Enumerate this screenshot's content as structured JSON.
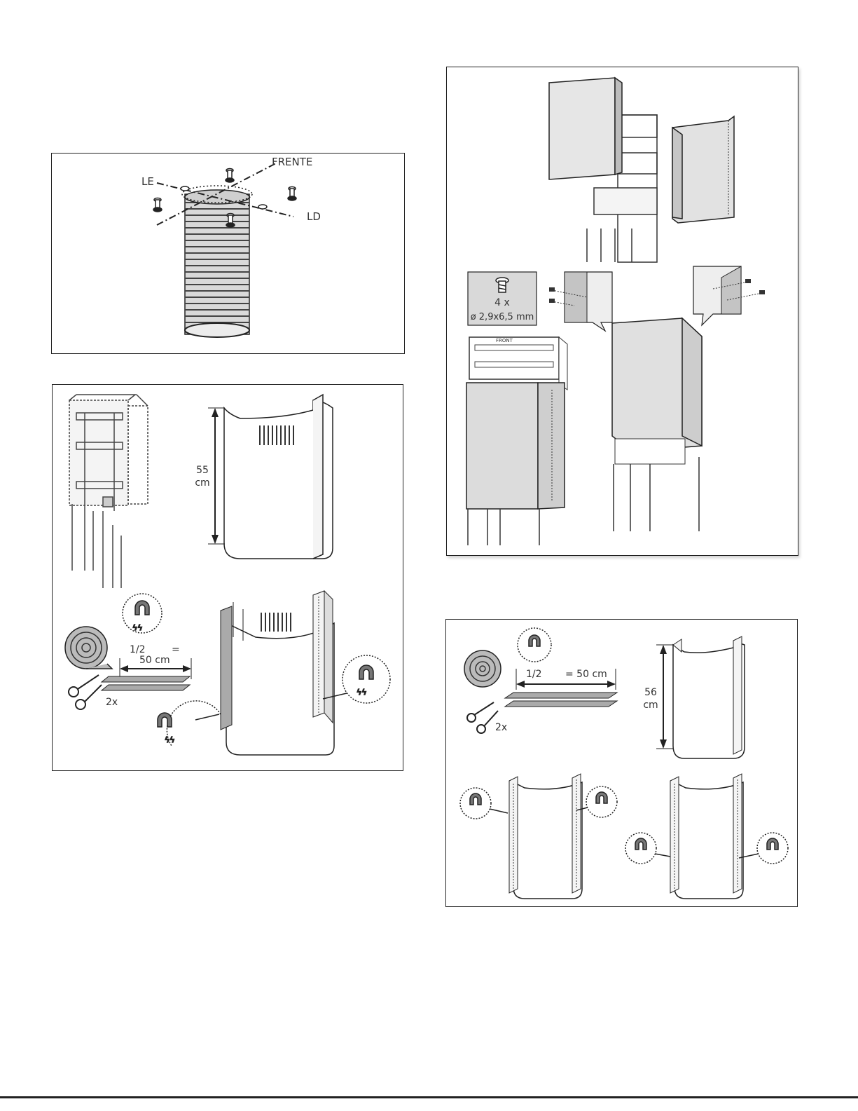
{
  "figure1": {
    "label_front": "FRENTE",
    "label_left": "LE",
    "label_right": "LD"
  },
  "figure2": {
    "dimension_value": "55",
    "dimension_unit": "cm",
    "fraction": "1/2",
    "equals": "=",
    "length": "50 cm",
    "quantity": "2x"
  },
  "figure3": {
    "screw_count": "4 x",
    "screw_size": "ø 2,9x6,5 mm",
    "frame_text": "FRONT"
  },
  "figure4": {
    "fraction": "1/2",
    "length": "= 50 cm",
    "quantity": "2x",
    "dimension_value": "56",
    "dimension_unit": "cm"
  }
}
